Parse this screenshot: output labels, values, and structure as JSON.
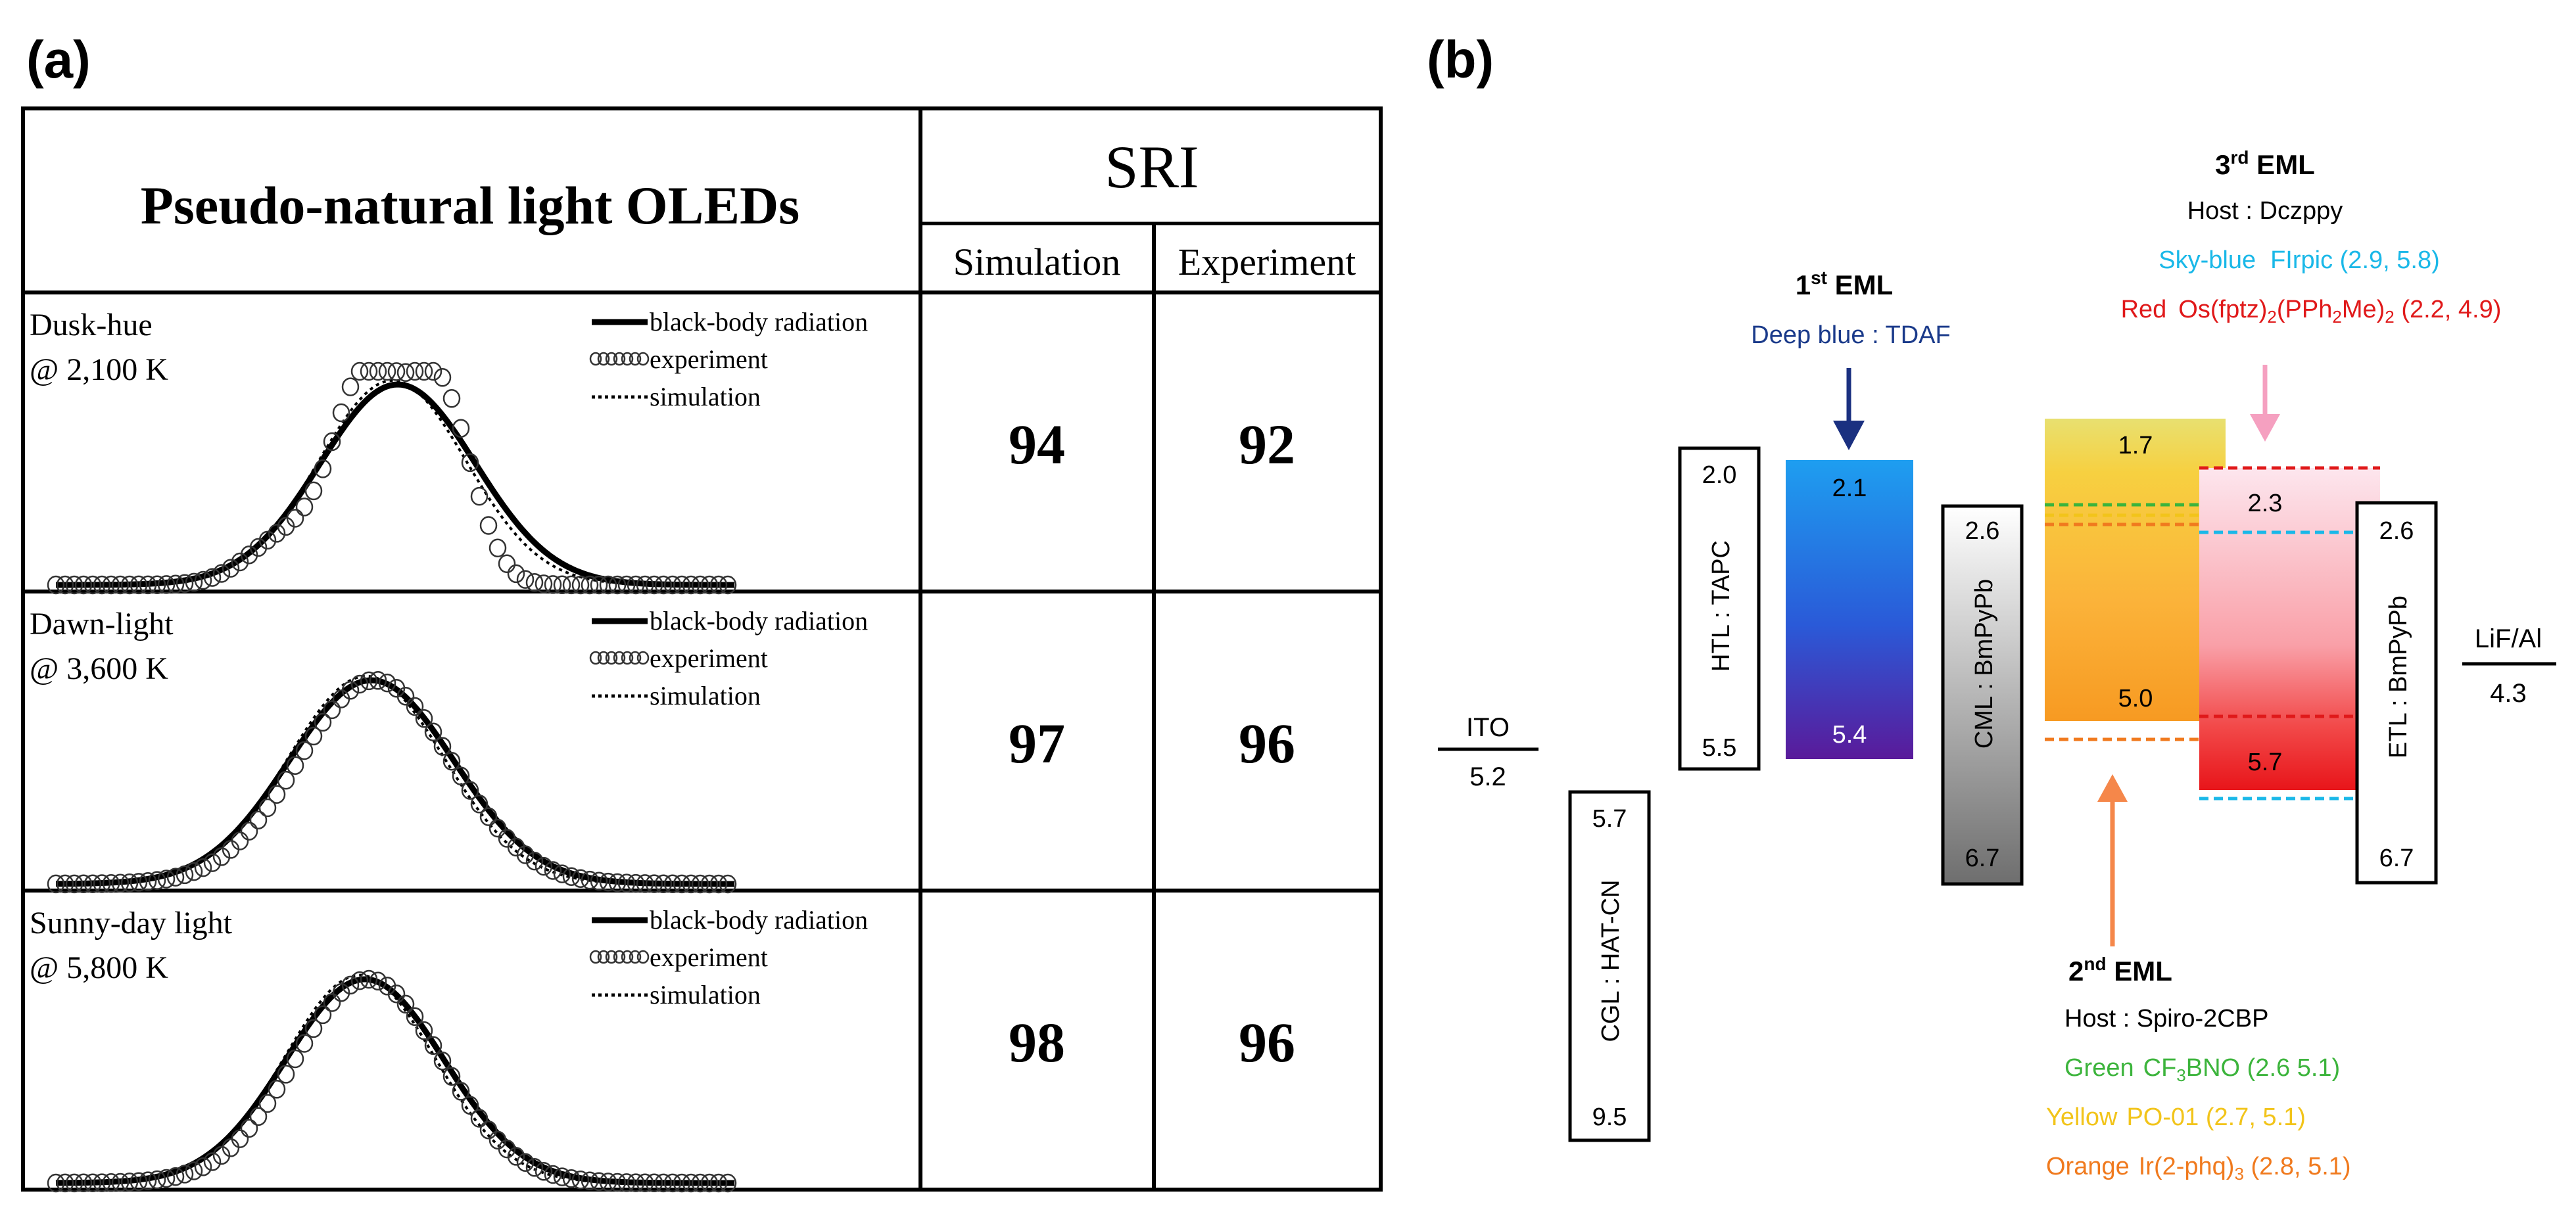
{
  "panel_a": {
    "label": "(a)",
    "header_left": "Pseudo-natural light OLEDs",
    "header_right": "SRI",
    "col_sim": "Simulation",
    "col_exp": "Experiment",
    "legend": {
      "bb": "black-body radiation",
      "exp": "experiment",
      "sim": "simulation"
    },
    "rows": [
      {
        "name": "Dusk-hue",
        "temp": "@ 2,100 K",
        "simulation": "94",
        "experiment": "92"
      },
      {
        "name": "Dawn-light",
        "temp": "@ 3,600 K",
        "simulation": "97",
        "experiment": "96"
      },
      {
        "name": "Sunny-day light",
        "temp": "@ 5,800 K",
        "simulation": "98",
        "experiment": "96"
      }
    ]
  },
  "panel_b": {
    "label": "(b)",
    "ito": {
      "name": "ITO",
      "value": "5.2"
    },
    "cgl": {
      "name": "CGL : HAT-CN",
      "top": "5.7",
      "bottom": "9.5"
    },
    "htl": {
      "name": "HTL : TAPC",
      "top": "2.0",
      "bottom": "5.5"
    },
    "eml1": {
      "title_main": "1",
      "title_sup": "st",
      "title_rest": " EML",
      "desc": "Deep blue : TDAF",
      "top": "2.1",
      "bottom": "5.4"
    },
    "cml": {
      "name": "CML : BmPyPb",
      "top": "2.6",
      "bottom": "6.7"
    },
    "eml2": {
      "top": "1.7",
      "bottom": "5.0",
      "title_main": "2",
      "title_sup": "nd",
      "title_rest": " EML",
      "host": "Host :  Spiro-2CBP",
      "green_label": "Green",
      "green_pre": "CF",
      "green_sub": "3",
      "green_post": "BNO (2.6 5.1)",
      "yellow_label": "Yellow",
      "yellow_value": "PO-01 (2.7, 5.1)",
      "orange_label": "Orange",
      "orange_pre": "Ir(2-phq)",
      "orange_sub": "3",
      "orange_post": " (2.8, 5.1)"
    },
    "eml3": {
      "top": "2.3",
      "bottom": "5.7",
      "title_main": "3",
      "title_sup": "rd",
      "title_rest": " EML",
      "host": "Host :  Dczppy",
      "skyblue_label": "Sky-blue",
      "skyblue_value": "FIrpic (2.9, 5.8)",
      "red_label": "Red",
      "red_pre": "Os(fptz)",
      "red_sub1": "2",
      "red_mid": "(PPh",
      "red_sub2": "2",
      "red_mid2": "Me)",
      "red_sub3": "2",
      "red_post": "  (2.2, 4.9)"
    },
    "etl": {
      "name": "ETL : BmPyPb",
      "top": "2.6",
      "bottom": "6.7"
    },
    "cathode": {
      "name": "LiF/Al",
      "value": "4.3"
    },
    "colors": {
      "deep_blue": "#1a3a8a",
      "sky_blue": "#1ab8e8",
      "red": "#e0191a",
      "green": "#3cb43c",
      "yellow": "#f2c41a",
      "orange": "#f07a1e",
      "pink_arrow": "#f5a0c0",
      "orange_arrow": "#f5874a",
      "navy_arrow": "#1a3080"
    }
  }
}
